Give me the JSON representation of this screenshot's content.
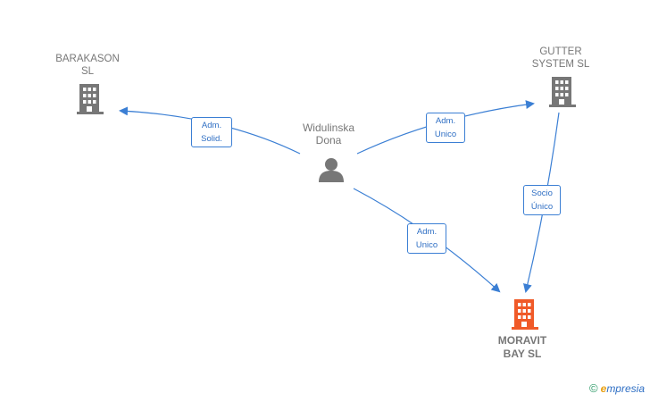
{
  "nodes": {
    "barakason": {
      "label": "BARAKASON\nSL",
      "icon": "building-icon",
      "color": "#777777"
    },
    "gutter": {
      "label": "GUTTER\nSYSTEM SL",
      "icon": "building-icon",
      "color": "#777777"
    },
    "person": {
      "label": "Widulinska\nDona",
      "icon": "person-icon",
      "color": "#777777"
    },
    "moravit": {
      "label": "MORAVIT\nBAY  SL",
      "icon": "building-icon",
      "color": "#f05a28"
    }
  },
  "edges": {
    "person_barakason": {
      "line1": "Adm.",
      "line2": "Solid."
    },
    "person_gutter": {
      "line1": "Adm.",
      "line2": "Unico"
    },
    "person_moravit": {
      "line1": "Adm.",
      "line2": "Unico"
    },
    "gutter_moravit": {
      "line1": "Socio",
      "line2": "Único"
    }
  },
  "colors": {
    "edge": "#3b7fd4",
    "node_gray": "#777777",
    "focus": "#f05a28"
  },
  "watermark": {
    "copyright": "©",
    "brand_first": "e",
    "brand_rest": "mpresia"
  }
}
